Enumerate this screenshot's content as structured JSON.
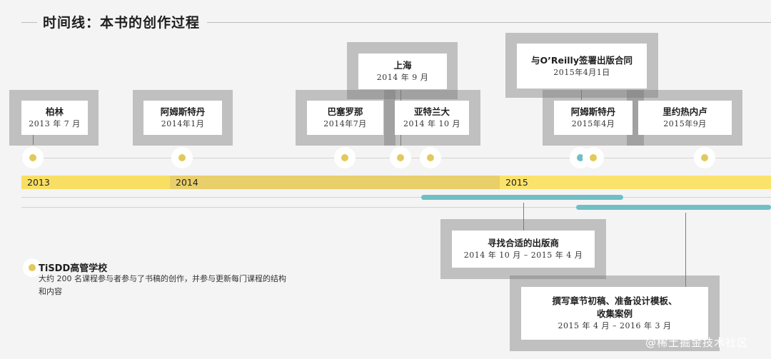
{
  "title": "时间线：本书的创作过程",
  "years": [
    "2013",
    "2014",
    "2015"
  ],
  "events": [
    {
      "title": "柏林",
      "date": "2013 年 7 月"
    },
    {
      "title": "阿姆斯特丹",
      "date": "2014年1月"
    },
    {
      "title": "巴塞罗那",
      "date": "2014年7月"
    },
    {
      "title": "上海",
      "date": "2014 年 9 月"
    },
    {
      "title": "亚特兰大",
      "date": "2014 年 10 月"
    },
    {
      "title": "与O’Reilly签署出版合同",
      "date": "2015年4月1日"
    },
    {
      "title": "阿姆斯特丹",
      "date": "2015年4月"
    },
    {
      "title": "里约热内卢",
      "date": "2015年9月"
    }
  ],
  "periods": [
    {
      "title": "寻找合适的出版商",
      "date": "2014 年 10 月 – 2015 年 4 月"
    },
    {
      "title_line1": "撰写章节初稿、准备设计模板、",
      "title_line2": "收集案例",
      "date": "2015 年 4 月 – 2016 年 3 月"
    }
  ],
  "school": {
    "title": "TiSDD高管学校",
    "description": "大约 200 名课程参与者参与了书稿的创作，并参与更新每门课程的结构和内容"
  },
  "colors": {
    "band_2013": "#f8df63",
    "band_2014": "#e8cf6a",
    "band_2015": "#fbe36b",
    "dot": "#e2c95a",
    "teal": "#6fbfc4"
  },
  "watermark": "@稀土掘金技术社区"
}
